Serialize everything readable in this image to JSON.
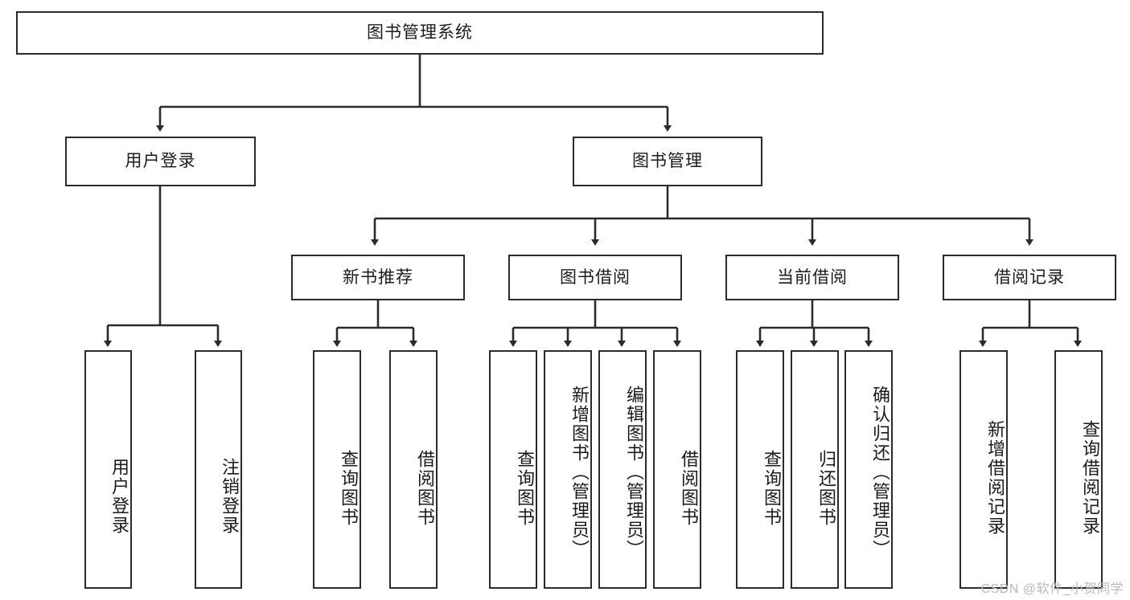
{
  "diagram": {
    "title_node": {
      "label": "图书管理系统"
    },
    "level1": [
      {
        "id": "user-login",
        "label": "用户登录"
      },
      {
        "id": "book-manage",
        "label": "图书管理"
      }
    ],
    "level2": [
      {
        "id": "new-book-recommend",
        "label": "新书推荐"
      },
      {
        "id": "book-borrow",
        "label": "图书借阅"
      },
      {
        "id": "current-borrow",
        "label": "当前借阅"
      },
      {
        "id": "borrow-record",
        "label": "借阅记录"
      }
    ],
    "leaves": [
      {
        "id": "leaf-user-login",
        "label": "用户登录"
      },
      {
        "id": "leaf-logout-login",
        "label": "注销登录"
      },
      {
        "id": "leaf-query-book-1",
        "label": "查询图书"
      },
      {
        "id": "leaf-borrow-book-1",
        "label": "借阅图书"
      },
      {
        "id": "leaf-query-book-2",
        "label": "查询图书"
      },
      {
        "id": "leaf-add-book-admin",
        "label": "新增图书（管理员）"
      },
      {
        "id": "leaf-edit-book-admin",
        "label": "编辑图书（管理员）"
      },
      {
        "id": "leaf-borrow-book-2",
        "label": "借阅图书"
      },
      {
        "id": "leaf-query-book-3",
        "label": "查询图书"
      },
      {
        "id": "leaf-return-book",
        "label": "归还图书"
      },
      {
        "id": "leaf-confirm-return-admin",
        "label": "确认归还（管理员）"
      },
      {
        "id": "leaf-add-borrow-record",
        "label": "新增借阅记录"
      },
      {
        "id": "leaf-query-borrow-record",
        "label": "查询借阅记录"
      }
    ]
  },
  "watermark": {
    "text": "CSDN @软件_小贺同学"
  },
  "colors": {
    "stroke": "#2b2b2b",
    "fill": "#ffffff",
    "text": "#1b1b1b",
    "watermark": "#b9b9b9"
  }
}
